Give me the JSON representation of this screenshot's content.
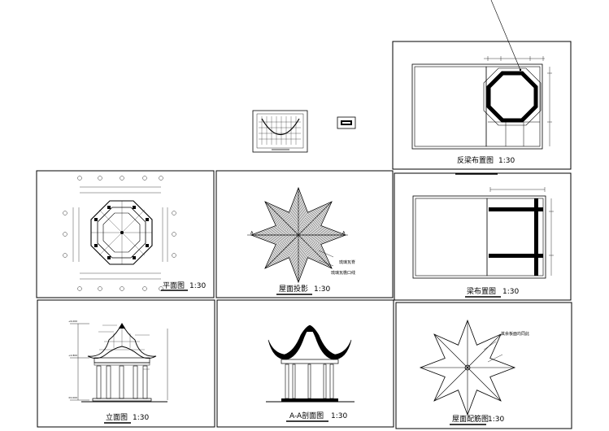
{
  "drawing_sheet": {
    "panels": {
      "fanliang": {
        "title": "反梁布置图",
        "scale": "1:30"
      },
      "plan": {
        "title": "平面图",
        "scale": "1:30"
      },
      "roof_projection": {
        "title": "屋面投影",
        "scale": "1:30",
        "notes": [
          "琉璃瓦脊",
          "琉璃瓦檐口线"
        ],
        "section_marks": [
          "A",
          "A"
        ]
      },
      "liang": {
        "title": "梁布置图",
        "scale": "1:30"
      },
      "elevation": {
        "title": "立面图",
        "scale": "1:30",
        "levels": [
          "+6.000",
          "+2.800",
          "±0.000"
        ]
      },
      "section": {
        "title": "A-A剖面图",
        "scale": "1:30"
      },
      "roof_rebar": {
        "title": "屋面配筋图",
        "scale": "1:30",
        "note": "其余板面均同此"
      }
    }
  }
}
